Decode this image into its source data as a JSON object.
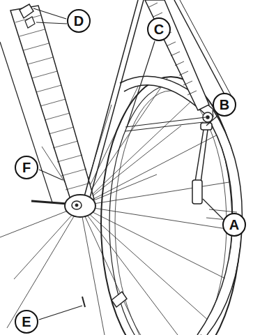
{
  "diagram": {
    "nodes": [
      {
        "text": [
          "D"
        ]
      },
      {
        "text": [
          "C"
        ]
      },
      {
        "text": [
          "B"
        ]
      },
      {
        "text": [
          "F"
        ]
      },
      {
        "text": [
          "A"
        ]
      },
      {
        "text": [
          "E"
        ]
      }
    ]
  }
}
